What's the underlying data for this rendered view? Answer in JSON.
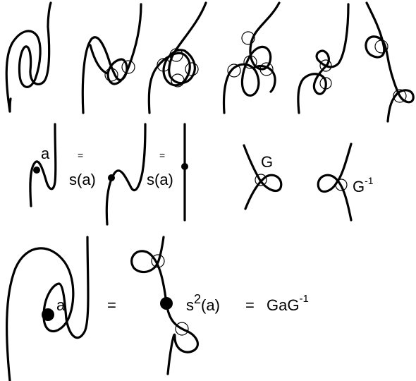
{
  "labels": {
    "a": "a",
    "eq": "=",
    "s_a": "s(a)",
    "G": "G",
    "G_base": "G",
    "inv_exp": "-1",
    "s_base": "s",
    "s2_exp": "2",
    "s2_arg": "(a)",
    "G_a_G": "GaG"
  }
}
